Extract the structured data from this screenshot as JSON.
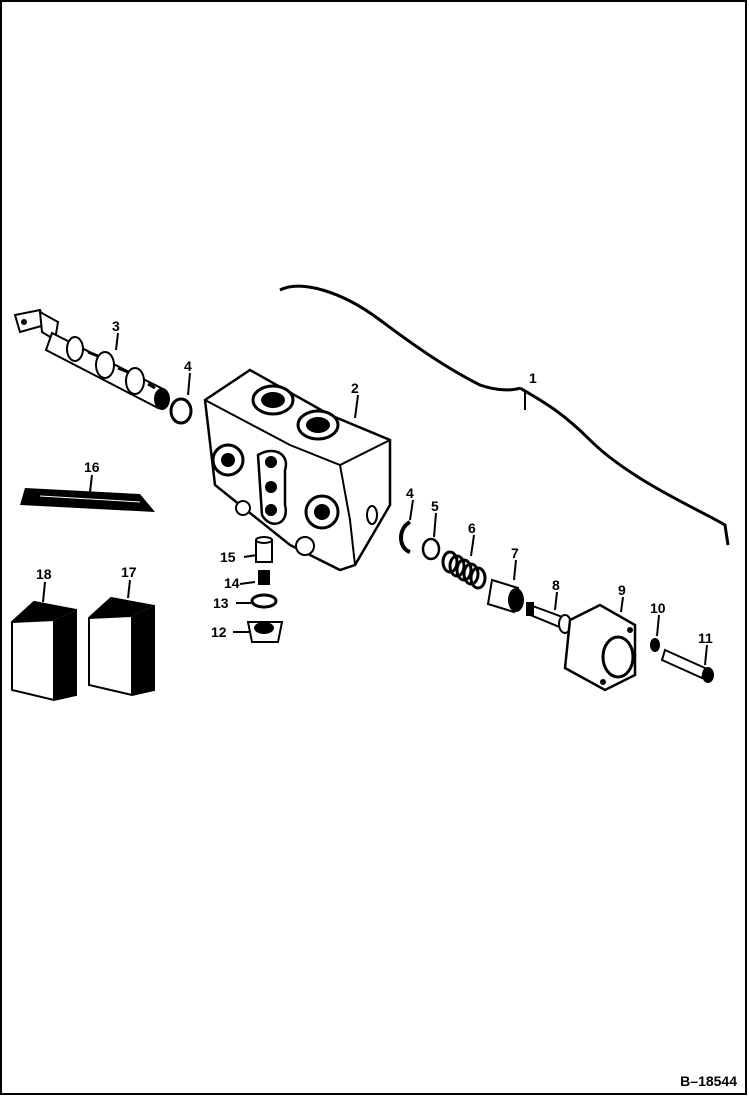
{
  "figure_id": "B–18544",
  "callouts": [
    {
      "id": "c1",
      "label": "1"
    },
    {
      "id": "c2",
      "label": "2"
    },
    {
      "id": "c3",
      "label": "3"
    },
    {
      "id": "c4a",
      "label": "4"
    },
    {
      "id": "c4b",
      "label": "4"
    },
    {
      "id": "c5",
      "label": "5"
    },
    {
      "id": "c6",
      "label": "6"
    },
    {
      "id": "c7",
      "label": "7"
    },
    {
      "id": "c8",
      "label": "8"
    },
    {
      "id": "c9",
      "label": "9"
    },
    {
      "id": "c10",
      "label": "10"
    },
    {
      "id": "c11",
      "label": "11"
    },
    {
      "id": "c12",
      "label": "12"
    },
    {
      "id": "c13",
      "label": "13"
    },
    {
      "id": "c14",
      "label": "14"
    },
    {
      "id": "c15",
      "label": "15"
    },
    {
      "id": "c16",
      "label": "16"
    },
    {
      "id": "c17",
      "label": "17"
    },
    {
      "id": "c18",
      "label": "18"
    }
  ]
}
